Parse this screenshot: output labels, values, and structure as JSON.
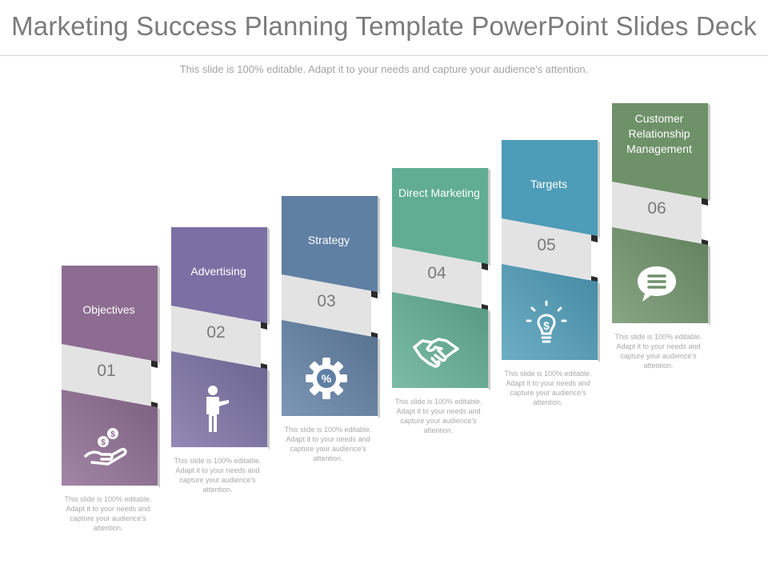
{
  "title": "Marketing Success Planning Template PowerPoint Slides Deck",
  "subtitle": "This slide is 100% editable. Adapt it to your needs and capture your audience's attention.",
  "steps": [
    {
      "label": "Objectives",
      "number": "01",
      "icon": "money-hand-icon",
      "color": "#8d6c91",
      "description": "This slide is 100% editable. Adapt it to your needs and capture your audience's attention."
    },
    {
      "label": "Advertising",
      "number": "02",
      "icon": "presenter-icon",
      "color": "#7a70a4",
      "description": "This slide is 100% editable. Adapt it to your needs and capture your audience's attention."
    },
    {
      "label": "Strategy",
      "number": "03",
      "icon": "gear-icon",
      "color": "#5f7fa3",
      "description": "This slide is 100% editable. Adapt it to your needs and capture your audience's attention."
    },
    {
      "label": "Direct Marketing",
      "number": "04",
      "icon": "handshake-icon",
      "color": "#60ad94",
      "description": "This slide is 100% editable. Adapt it to your needs and capture your audience's attention."
    },
    {
      "label": "Targets",
      "number": "05",
      "icon": "lightbulb-icon",
      "color": "#4d9cb8",
      "description": "This slide is 100% editable. Adapt it to your needs and capture your audience's attention."
    },
    {
      "label": "Customer Relationship Management",
      "number": "06",
      "icon": "chat-icon",
      "color": "#6e9169",
      "description": "This slide is 100% editable. Adapt it to your needs and capture your audience's attention."
    }
  ]
}
